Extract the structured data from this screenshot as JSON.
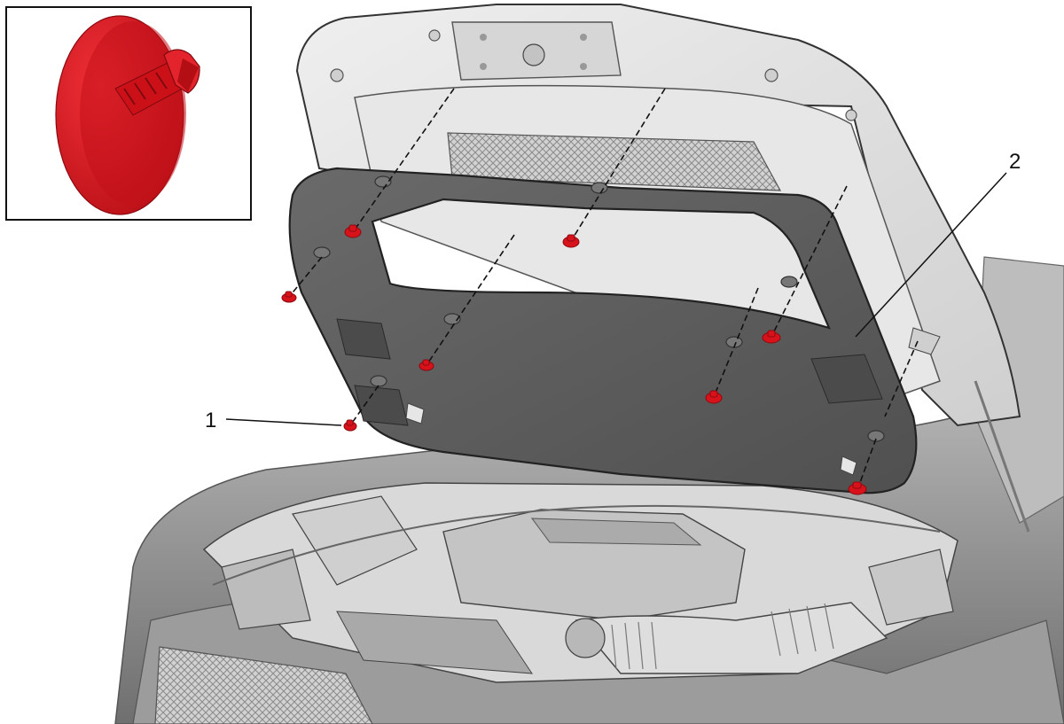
{
  "callouts": [
    {
      "id": "1",
      "label": "1"
    },
    {
      "id": "2",
      "label": "2"
    }
  ],
  "colors": {
    "clip": "#d8121b",
    "clip_dark": "#9c0a10",
    "insulator": "#5e5e5e",
    "hood": "#e3e3e3",
    "body": "#8d8d8d",
    "engine": "#c9c9c9",
    "line": "#1a1a1a"
  },
  "icons": {
    "inset_part": "push-pin-retainer-icon",
    "fastener": "red-retainer-clip-icon"
  }
}
